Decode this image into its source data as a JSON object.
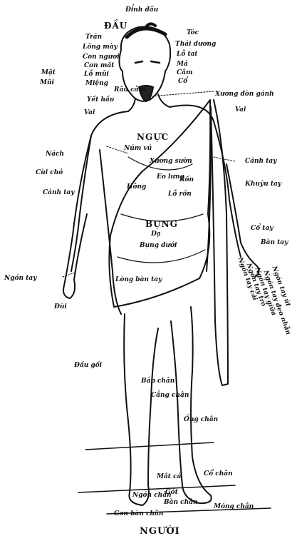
{
  "title": "NGƯỜI",
  "head_top": "Đỉnh đầu",
  "head": "ĐẦU",
  "chest": "NGỰC",
  "belly": "BỤNG",
  "face_labels": [
    "Trán",
    "Lông mày",
    "Con ngươi",
    "Con mắt",
    "Lỗ mũi",
    "Miệng",
    "Râu cằm"
  ],
  "side_group": [
    "Mặt",
    "Mũi"
  ],
  "right_head_labels": [
    "Tóc",
    "Thái dương",
    "Lỗ tai",
    "Má",
    "Cằm",
    "Cổ"
  ],
  "shoulder_left": "Vai",
  "neck_collar": "Yết hầu",
  "collar_right": "Xương đòn gánh",
  "shoulder_right": "Vai",
  "armpit": "Nách",
  "elbow_back": "Cùi chỏ",
  "upper_arm_right": "Cánh tay",
  "elbow_pit": "Khuỷu tay",
  "arm_left": "Cánh tay",
  "wrist": "Cổ tay",
  "hand": "Bàn tay",
  "palm": "Lòng bàn tay",
  "finger_left": "Ngón tay",
  "nipple": "Núm vú",
  "ribs": "Xương sườn",
  "waist": "Eo lưng",
  "navel": "Rốn",
  "stomach": "Dạ",
  "under_belly": "Bụng dưới",
  "belly_button": "Lỗ rốn",
  "hip": "Hông",
  "thigh": "Đùi",
  "knee": "Đầu gối",
  "calf": "Bắp chân",
  "leg_front": "Cẳng chân",
  "shin": "Ống chân",
  "ankle": "Cổ chân",
  "ankle_bone": "Mắt cá",
  "heel": "Gót",
  "foot": "Bàn chân",
  "toes": "Ngón chân",
  "sole": "Gan bàn chân",
  "toe_tip": "Móng chân",
  "fingers": [
    "Ngón tay cái",
    "Ngón tay trỏ",
    "Ngón tay giữa",
    "Ngón tay đeo nhẫn",
    "Ngón tay út"
  ]
}
